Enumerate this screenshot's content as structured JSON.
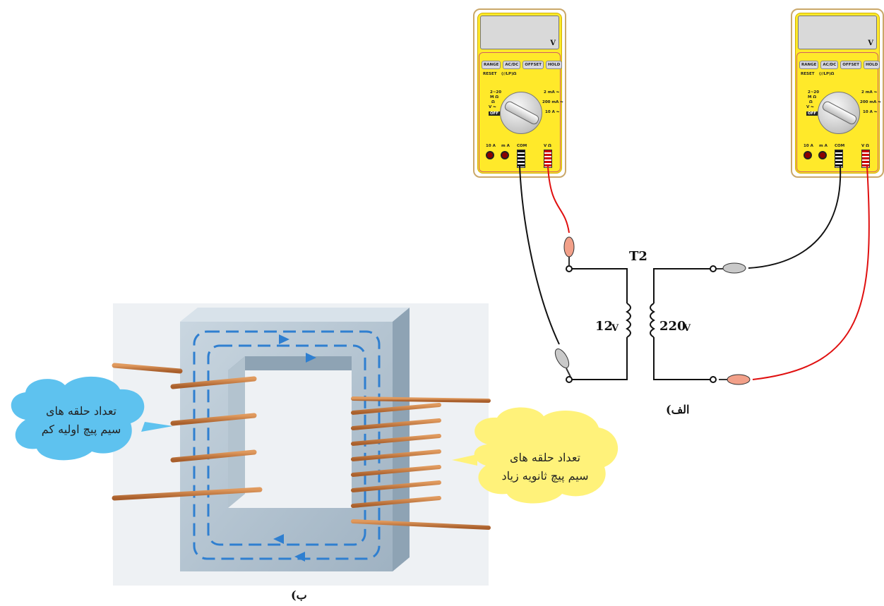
{
  "meters": [
    {
      "unit": "V",
      "buttons": [
        "RANGE",
        "AC/DC",
        "OFFSET",
        "HOLD"
      ],
      "reset": "RESET",
      "reset_sub": "(//LP)Ω",
      "dial_labels": {
        "l1": "2~20",
        "l2": "M Ω",
        "l3": "Ω",
        "l4": "V ⏦",
        "off": "OFF",
        "r1": "2 mA ⏦",
        "r2": "200 mA ⏦",
        "r3": "10 A ⏦"
      },
      "jacks": [
        "10 A",
        "m A",
        "COM",
        "V Ω"
      ]
    },
    {
      "unit": "V",
      "buttons": [
        "RANGE",
        "AC/DC",
        "OFFSET",
        "HOLD"
      ],
      "reset": "RESET",
      "reset_sub": "(//LP)Ω",
      "dial_labels": {
        "l1": "2~20",
        "l2": "M Ω",
        "l3": "Ω",
        "l4": "V ⏦",
        "off": "OFF",
        "r1": "2 mA ⏦",
        "r2": "200 mA ⏦",
        "r3": "10 A ⏦"
      },
      "jacks": [
        "10 A",
        "m A",
        "COM",
        "V Ω"
      ]
    }
  ],
  "circuit": {
    "transformer_label": "T2",
    "primary_value": "12",
    "primary_unit": "V",
    "secondary_value": "220",
    "secondary_unit": "V",
    "caption": "الف)"
  },
  "core_figure": {
    "primary_cloud": [
      "تعداد حلقه های",
      "سیم پیچ اولیه کم"
    ],
    "secondary_cloud": [
      "تعداد حلقه های",
      "سیم پیچ ثانویه زیاد"
    ],
    "caption": "ب)"
  },
  "colors": {
    "meter_body": "#ffe92a",
    "wire_red": "#e01010",
    "wire_black": "#111111",
    "coil_copper": "#c87840",
    "core_steel": "#a9bccb",
    "flux_arrow": "#2f7fd0",
    "cloud_blue": "#5ec2ef",
    "cloud_yellow": "#fff27a"
  }
}
